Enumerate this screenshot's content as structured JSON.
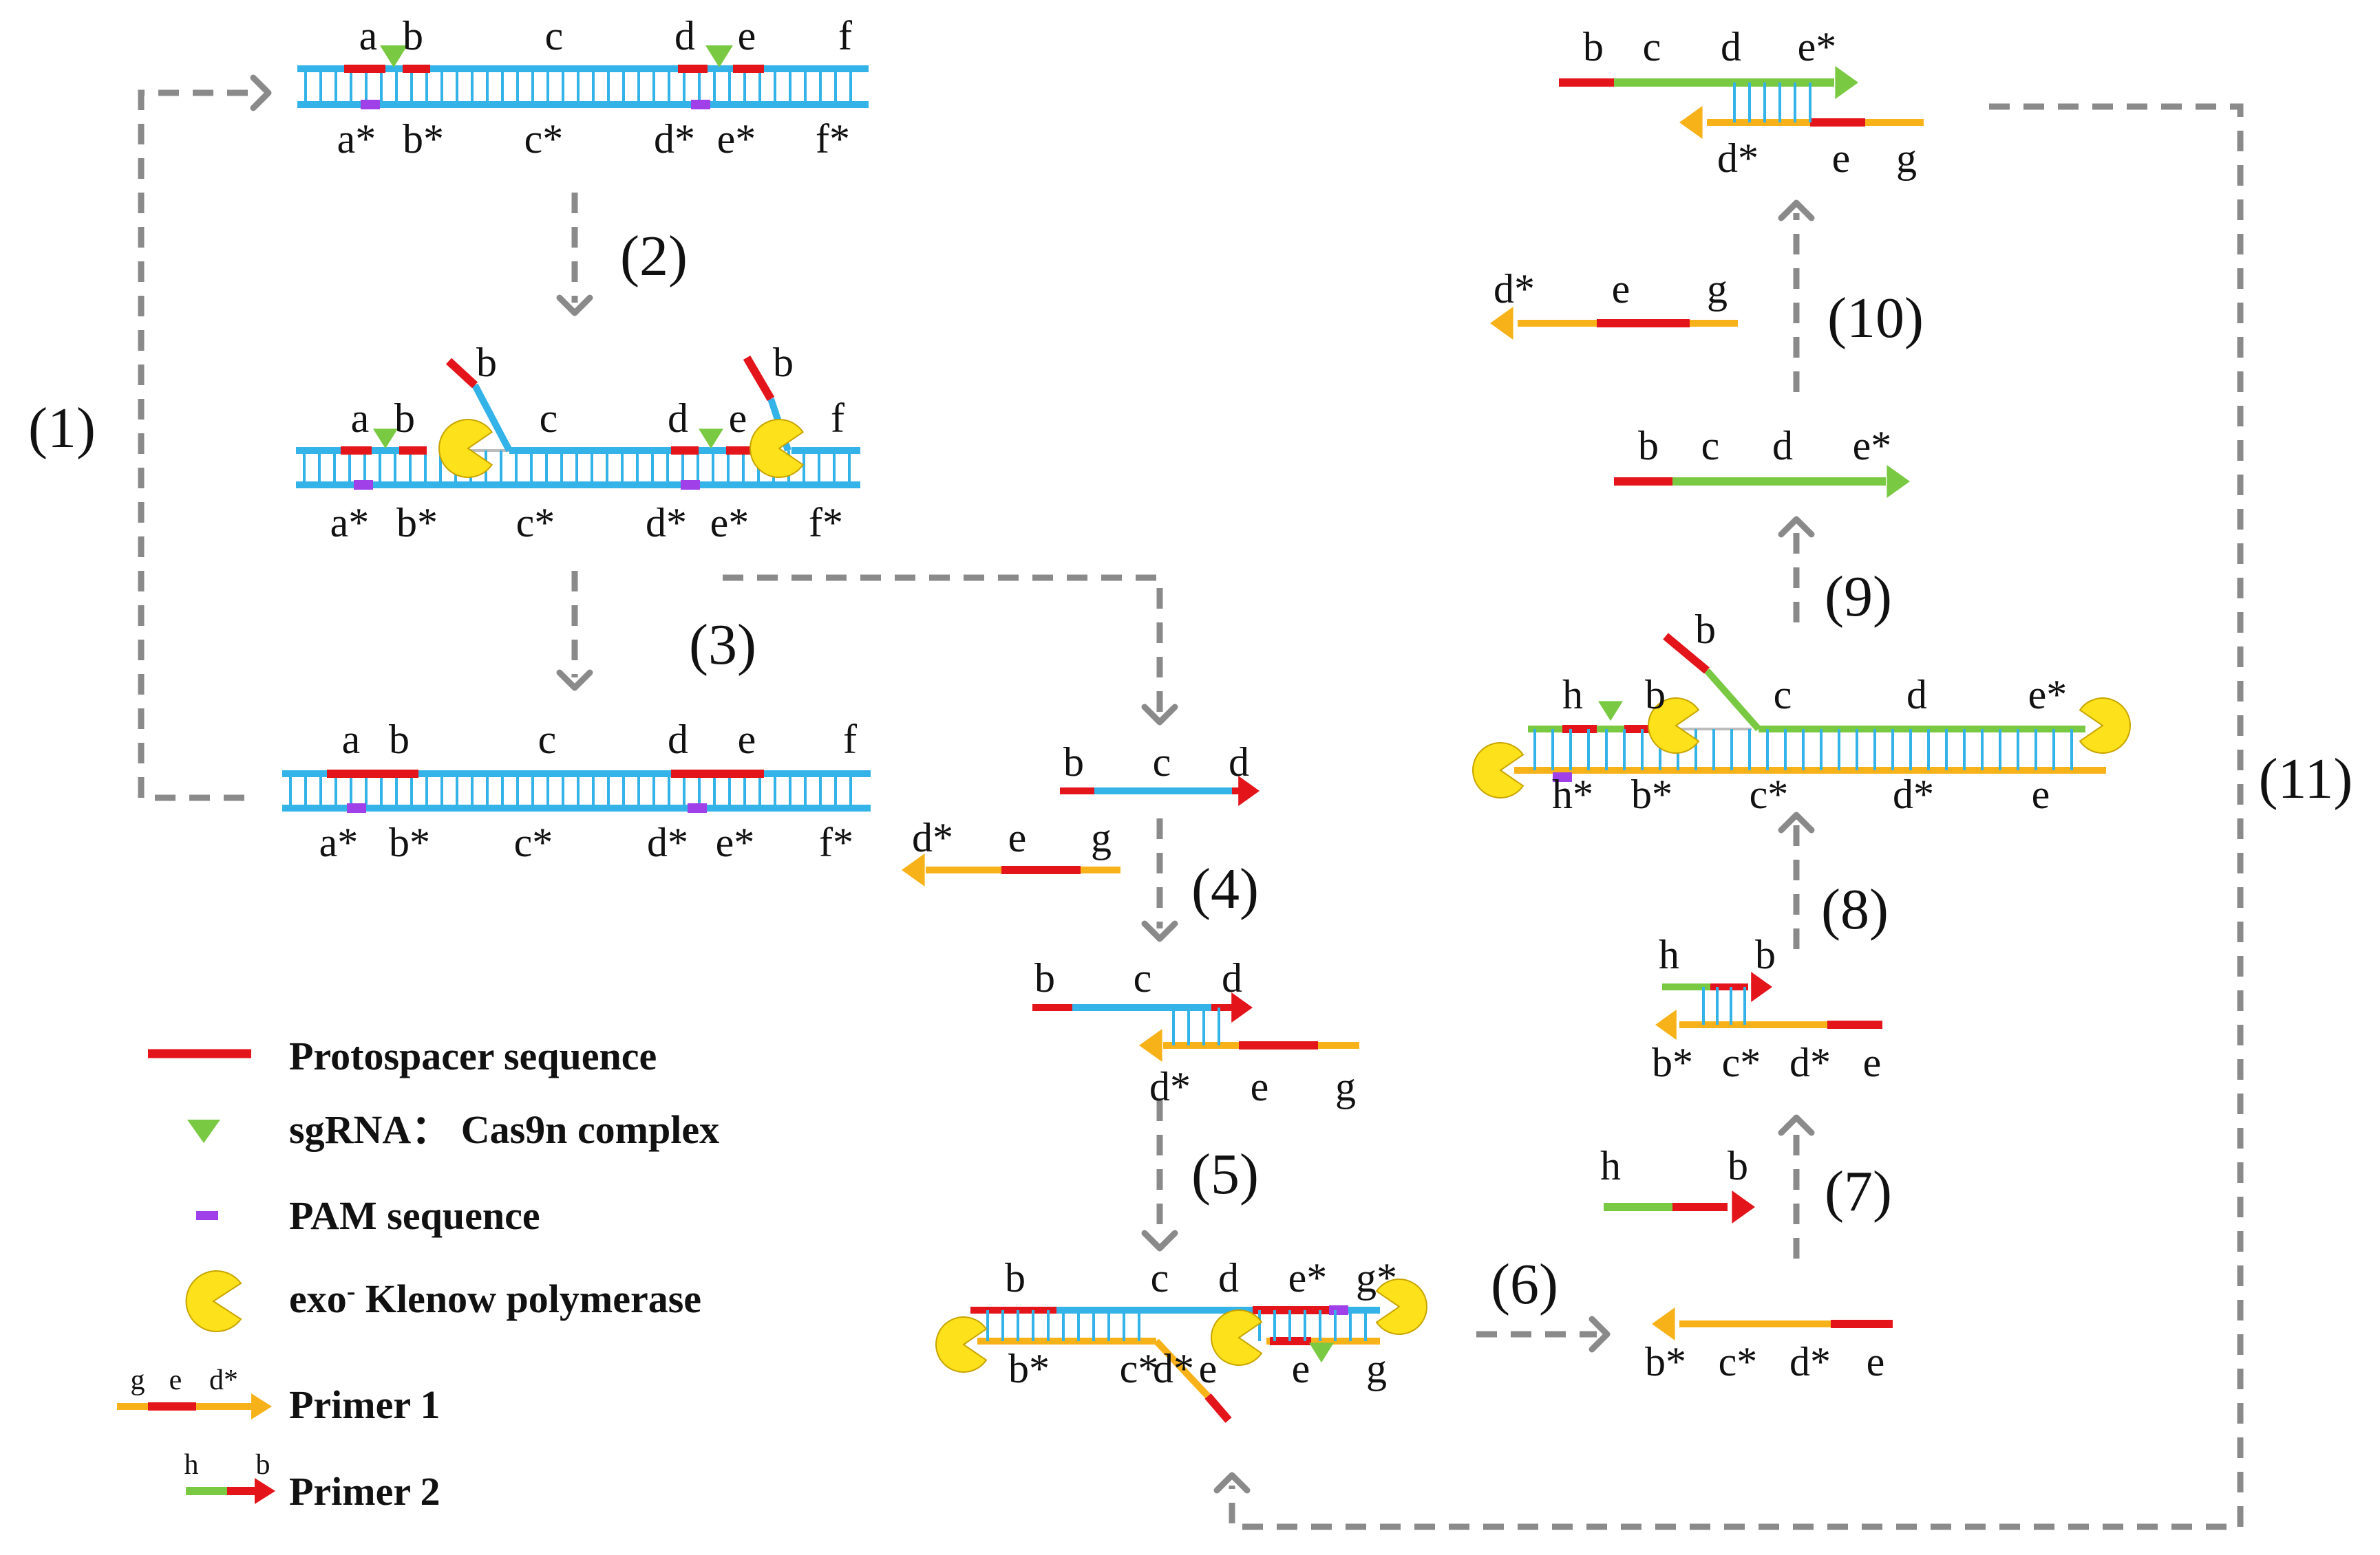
{
  "colors": {
    "dna": "#33b3e8",
    "protospacer": "#e4141b",
    "pam": "#a040e8",
    "sgrna": "#7ac943",
    "klenow": "#fde11a",
    "primer1": "#f7b21a",
    "primer2": "#7ac943",
    "arrow": "#8a8a8a"
  },
  "steps": [
    "(1)",
    "(2)",
    "(3)",
    "(4)",
    "(5)",
    "(6)",
    "(7)",
    "(8)",
    "(9)",
    "(10)",
    "(11)"
  ],
  "top_dsdna": {
    "top": [
      "a",
      "b",
      "c",
      "d",
      "e",
      "f"
    ],
    "bottom": [
      "a*",
      "b*",
      "c*",
      "d*",
      "e*",
      "f*"
    ]
  },
  "nicked_dsdna": {
    "top": [
      "a",
      "b",
      "c",
      "d",
      "e",
      "f"
    ],
    "flap": [
      "b",
      "b"
    ],
    "bottom": [
      "a*",
      "b*",
      "c*",
      "d*",
      "e*",
      "f*"
    ]
  },
  "regenerated_dsdna": {
    "top": [
      "a",
      "b",
      "c",
      "d",
      "e",
      "f"
    ],
    "bottom": [
      "a*",
      "b*",
      "c*",
      "d*",
      "e*",
      "f*"
    ]
  },
  "released_strand": [
    "b",
    "c",
    "d"
  ],
  "primer1_free": [
    "d*",
    "e",
    "g"
  ],
  "step4_duplex": {
    "top": [
      "b",
      "c",
      "d"
    ],
    "bottom": [
      "d*",
      "e",
      "g"
    ]
  },
  "step5_complex": {
    "top": [
      "b",
      "c",
      "d",
      "e*",
      "g*"
    ],
    "bottom": [
      "b*",
      "c*",
      "d*",
      "e",
      "e",
      "g"
    ]
  },
  "step6_strand": [
    "b*",
    "c*",
    "d*",
    "e"
  ],
  "primer2_free": [
    "h",
    "b"
  ],
  "step8_duplex": {
    "top": [
      "h",
      "b"
    ],
    "bottom": [
      "b*",
      "c*",
      "d*",
      "e"
    ]
  },
  "step9_complex": {
    "top": [
      "h",
      "b",
      "c",
      "d",
      "e*"
    ],
    "flap": "b",
    "bottom": [
      "h*",
      "b*",
      "c*",
      "d*",
      "e"
    ]
  },
  "green_product": [
    "b",
    "c",
    "d",
    "e*"
  ],
  "primer1_free_b": [
    "d*",
    "e",
    "g"
  ],
  "top_right_duplex": {
    "top": [
      "b",
      "c",
      "d",
      "e*"
    ],
    "bottom": [
      "d*",
      "e",
      "g"
    ]
  },
  "legend": {
    "protospacer": "Protospacer sequence",
    "sgrna": "sgRNA： Cas9n complex",
    "pam": "PAM sequence",
    "klenow_prefix": "exo",
    "klenow_sup": "-",
    "klenow_suffix": " Klenow polymerase",
    "primer1": "Primer 1",
    "primer1_labels": [
      "g",
      "e",
      "d*"
    ],
    "primer2": "Primer 2",
    "primer2_labels": [
      "h",
      "b"
    ]
  }
}
